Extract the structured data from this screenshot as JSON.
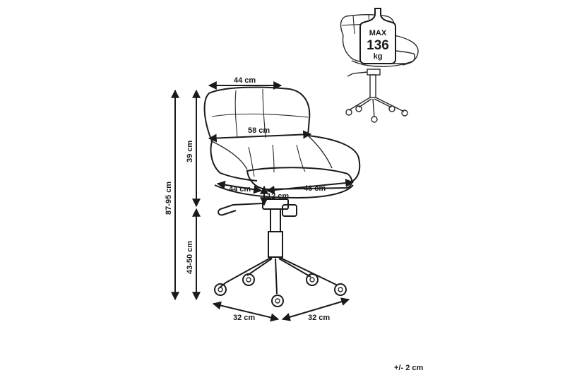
{
  "dimensions": {
    "top_width": "44 cm",
    "seat_width": "58 cm",
    "backrest_height": "39 cm",
    "total_height": "87-95 cm",
    "seat_height": "43-50 cm",
    "seat_depth": "44 cm",
    "seat_front": "46 cm",
    "armrest_gap": "12 cm",
    "base_left": "32 cm",
    "base_right": "32 cm"
  },
  "weight_badge": {
    "max_label": "MAX",
    "value": "136",
    "unit": "kg"
  },
  "tolerance": "+/- 2 cm",
  "colors": {
    "ink": "#1a1a1a",
    "background": "#ffffff"
  }
}
